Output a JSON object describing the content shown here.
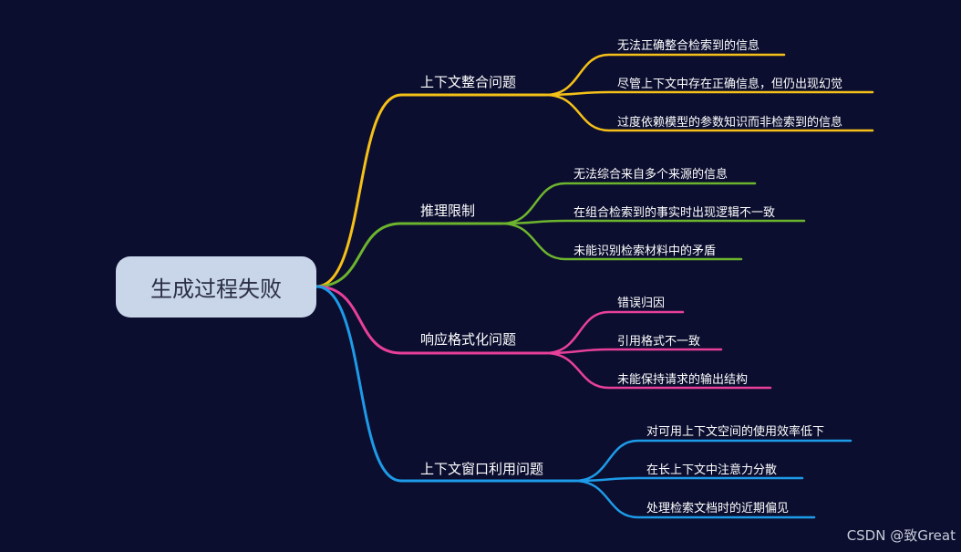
{
  "root": {
    "label": "生成过程失败",
    "color": "#c9d5e9"
  },
  "branches": [
    {
      "label": "上下文整合问题",
      "color": "#f5c018",
      "children": [
        "无法正确整合检索到的信息",
        "尽管上下文中存在正确信息，但仍出现幻觉",
        "过度依赖模型的参数知识而非检索到的信息"
      ]
    },
    {
      "label": "推理限制",
      "color": "#6db42e",
      "children": [
        "无法综合来自多个来源的信息",
        "在组合检索到的事实时出现逻辑不一致",
        "未能识别检索材料中的矛盾"
      ]
    },
    {
      "label": "响应格式化问题",
      "color": "#e8409a",
      "children": [
        "错误归因",
        "引用格式不一致",
        "未能保持请求的输出结构"
      ]
    },
    {
      "label": "上下文窗口利用问题",
      "color": "#1e9be8",
      "children": [
        "对可用上下文空间的使用效率低下",
        "在长上下文中注意力分散",
        "处理检索文档时的近期偏见"
      ]
    }
  ],
  "watermark": "CSDN @致Great"
}
